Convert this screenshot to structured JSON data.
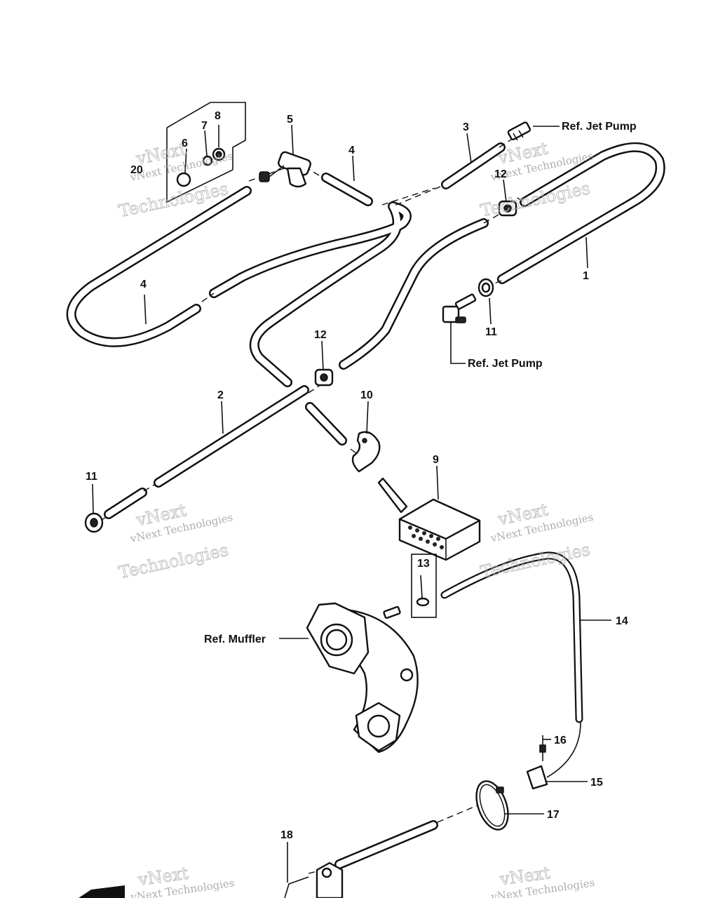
{
  "callouts": {
    "c1": "1",
    "c2": "2",
    "c3": "3",
    "c4a": "4",
    "c4b": "4",
    "c5": "5",
    "c6": "6",
    "c7": "7",
    "c8": "8",
    "c9": "9",
    "c10": "10",
    "c11a": "11",
    "c11b": "11",
    "c12a": "12",
    "c12b": "12",
    "c13": "13",
    "c14": "14",
    "c15": "15",
    "c16": "16",
    "c17": "17",
    "c18": "18",
    "c20": "20"
  },
  "references": {
    "jet_pump_top": "Ref. Jet Pump",
    "jet_pump_mid": "Ref. Jet Pump",
    "muffler": "Ref. Muffler"
  },
  "watermark": {
    "line1": "vNext Technologies",
    "line2": "vNext",
    "line3": "Technologies"
  },
  "colors": {
    "ink": "#111111",
    "paper": "#ffffff",
    "watermark": "#9a9a9a"
  }
}
